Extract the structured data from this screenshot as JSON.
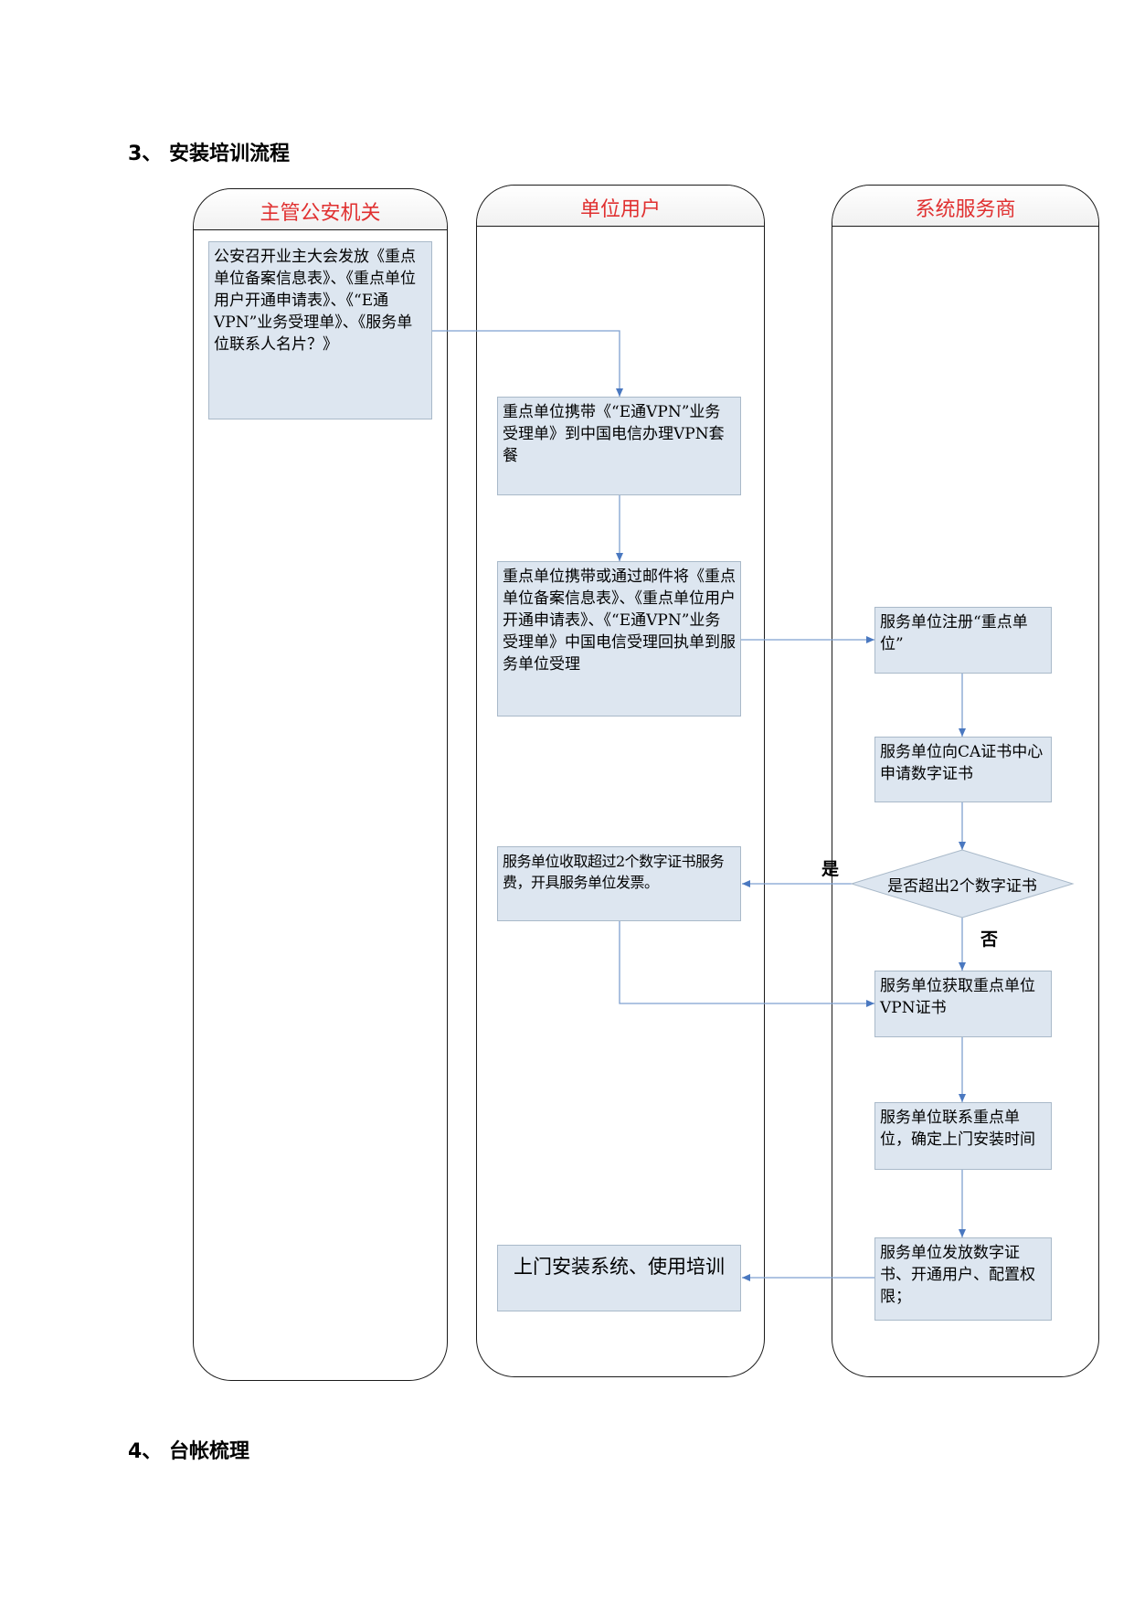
{
  "headings": {
    "section3": "3、 安装培训流程",
    "section4": "4、 台帐梳理"
  },
  "lanes": [
    {
      "title": "主管公安机关"
    },
    {
      "title": "单位用户"
    },
    {
      "title": "系统服务商"
    }
  ],
  "steps": {
    "police_meeting": "公安召开业主大会发放《重点单位备案信息表》、《重点单位用户开通申请表》、《“E通VPN”业务受理单》、《服务单位联系人名片？》",
    "unit_vpn": "重点单位携带《“E通VPN”业务受理单》到中国电信办理VPN套餐",
    "unit_submit": "重点单位携带或通过邮件将《重点单位备案信息表》、《重点单位用户开通申请表》、《“E通VPN”业务受理单》中国电信受理回执单到服务单位受理",
    "svc_register": "服务单位注册“重点单位”",
    "svc_ca": "服务单位向CA证书中心申请数字证书",
    "decision": "是否超出2个数字证书",
    "unit_fee": "服务单位收取超过2个数字证书服务费，开具服务单位发票。",
    "svc_get_cert": "服务单位获取重点单位VPN证书",
    "svc_contact": "服务单位联系重点单位，确定上门安装时间",
    "svc_issue": "服务单位发放数字证书、开通用户、配置权限；",
    "unit_install": "上门安装系统、使用培训"
  },
  "decision_labels": {
    "yes": "是",
    "no": "否"
  },
  "colors": {
    "lane_title": "#e03030",
    "box_fill": "#dde6f0",
    "box_border": "#a9b9c9",
    "connector": "#5b86c4"
  }
}
